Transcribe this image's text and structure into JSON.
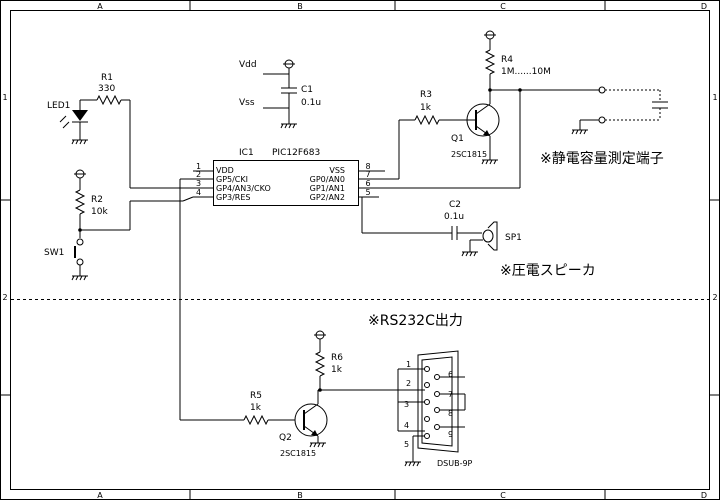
{
  "frame": {
    "cols": [
      "A",
      "B",
      "C",
      "D"
    ],
    "rows": [
      "1",
      "2"
    ]
  },
  "power": {
    "vdd": "Vdd",
    "vss": "Vss",
    "c1_name": "C1",
    "c1_value": "0.1u"
  },
  "ic": {
    "name": "IC1",
    "part": "PIC12F683",
    "left_pins": [
      {
        "num": "1",
        "label": "VDD"
      },
      {
        "num": "2",
        "label": "GP5/CKI"
      },
      {
        "num": "3",
        "label": "GP4/AN3/CKO"
      },
      {
        "num": "4",
        "label": "GP3/RES"
      }
    ],
    "right_pins": [
      {
        "num": "8",
        "label": "VSS"
      },
      {
        "num": "7",
        "label": "GP0/AN0"
      },
      {
        "num": "6",
        "label": "GP1/AN1"
      },
      {
        "num": "5",
        "label": "GP2/AN2"
      }
    ]
  },
  "components": {
    "r1": {
      "name": "R1",
      "value": "330"
    },
    "led1": {
      "name": "LED1"
    },
    "r2": {
      "name": "R2",
      "value": "10k"
    },
    "sw1": {
      "name": "SW1"
    },
    "r3": {
      "name": "R3",
      "value": "1k"
    },
    "q1": {
      "name": "Q1",
      "part": "2SC1815"
    },
    "r4": {
      "name": "R4",
      "value": "1M......10M"
    },
    "c2": {
      "name": "C2",
      "value": "0.1u"
    },
    "sp1": {
      "name": "SP1"
    },
    "r5": {
      "name": "R5",
      "value": "1k"
    },
    "q2": {
      "name": "Q2",
      "part": "2SC1815"
    },
    "r6": {
      "name": "R6",
      "value": "1k"
    },
    "dsub": {
      "name": "DSUB-9P",
      "left_pins": [
        "1",
        "2",
        "3",
        "4",
        "5"
      ],
      "right_pins": [
        "6",
        "7",
        "8",
        "9"
      ]
    }
  },
  "notes": {
    "capacitance": "※静電容量測定端子",
    "speaker": "※圧電スピーカ",
    "rs232c": "※RS232C出力"
  }
}
